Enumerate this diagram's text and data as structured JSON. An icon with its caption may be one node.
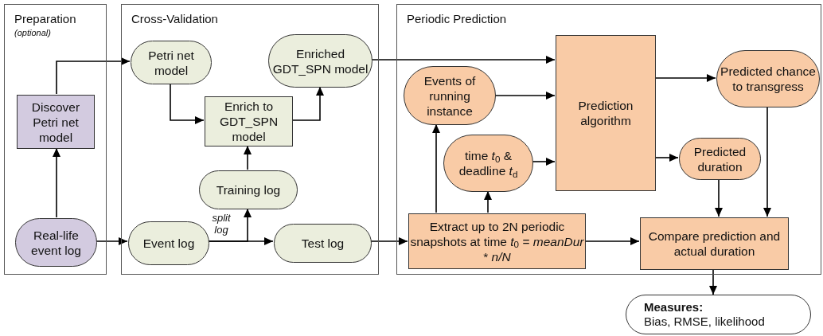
{
  "diagram": {
    "nodes": [
      {
        "text": [
          "Preparation",
          "(optional)"
        ]
      },
      {
        "text": [
          "Cross-Validation"
        ]
      },
      {
        "text": [
          "Periodic Prediction"
        ]
      },
      {
        "text": [
          "Discover Petri net model"
        ],
        "in": 0
      },
      {
        "text": [
          "Real-life event log"
        ],
        "in": 0
      },
      {
        "text": [
          "Petri net model"
        ],
        "in": 1
      },
      {
        "text": [
          "Enriched GDT_SPN model"
        ],
        "in": 1
      },
      {
        "text": [
          "Enrich to GDT_SPN model"
        ],
        "in": 1
      },
      {
        "text": [
          "Training log"
        ],
        "in": 1
      },
      {
        "text": [
          "Event log"
        ],
        "in": 1
      },
      {
        "text": [
          "Test log"
        ],
        "in": 1
      },
      {
        "text": [
          "Events of running instance"
        ],
        "in": 2
      },
      {
        "text": [
          "Prediction algorithm"
        ],
        "in": 2
      },
      {
        "text": [
          "Predicted chance to transgress"
        ],
        "in": 2
      },
      {
        "text": [
          "time *t*$_{0}$ & deadline *t*$_{d}$"
        ],
        "in": 2
      },
      {
        "text": [
          "Predicted duration"
        ],
        "in": 2
      },
      {
        "text": [
          "Extract up to 2N periodic snapshots at time *t*$_{0}$ = *meanDur* * *n/N*"
        ],
        "in": 2
      },
      {
        "text": [
          "Compare prediction and actual duration"
        ],
        "in": 2
      },
      {
        "text": [
          "Measures:",
          "Bias, RMSE, likelihood"
        ]
      }
    ],
    "edges": [
      {
        "from": 3,
        "to": 5,
        "arrow": "to"
      },
      {
        "from": 4,
        "to": 3,
        "arrow": "to"
      },
      {
        "from": 4,
        "to": 9,
        "arrow": "to"
      },
      {
        "from": 5,
        "to": 7,
        "arrow": "to"
      },
      {
        "from": 7,
        "to": 6,
        "arrow": "to"
      },
      {
        "from": 8,
        "to": 7,
        "arrow": "to"
      },
      {
        "from": 9,
        "to": 8,
        "arrow": "to",
        "label": "split log"
      },
      {
        "from": 9,
        "to": 10,
        "arrow": "to"
      },
      {
        "from": 10,
        "to": 16,
        "arrow": "to"
      },
      {
        "from": 6,
        "to": 12,
        "arrow": "to"
      },
      {
        "from": 11,
        "to": 12,
        "arrow": "to"
      },
      {
        "from": 14,
        "to": 12,
        "arrow": "to"
      },
      {
        "from": 16,
        "to": 11,
        "arrow": "to"
      },
      {
        "from": 16,
        "to": 14,
        "arrow": "to"
      },
      {
        "from": 16,
        "to": 17,
        "arrow": "to"
      },
      {
        "from": 12,
        "to": 13,
        "arrow": "to"
      },
      {
        "from": 12,
        "to": 15,
        "arrow": "to"
      },
      {
        "from": 15,
        "to": 17,
        "arrow": "to"
      },
      {
        "from": 13,
        "to": 17,
        "arrow": "to"
      },
      {
        "from": 17,
        "to": 18,
        "arrow": "to"
      }
    ]
  }
}
